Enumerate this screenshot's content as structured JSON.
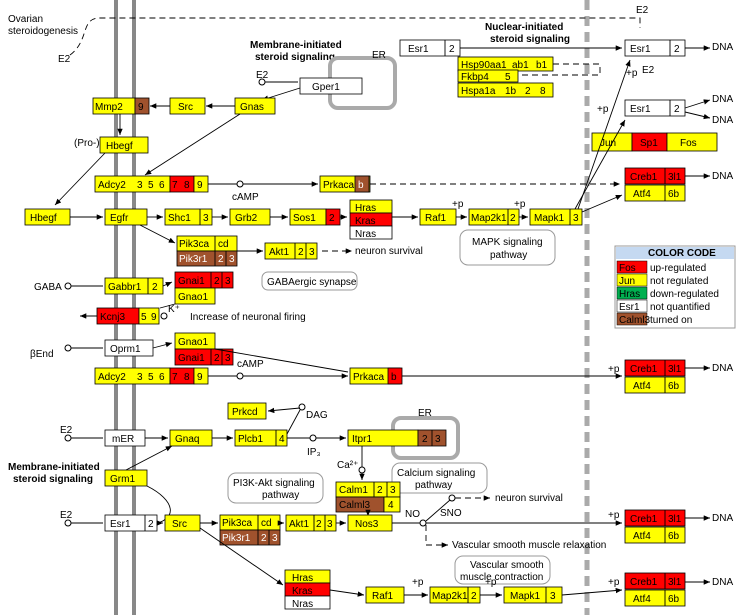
{
  "top": {
    "ovarian": [
      "Ovarian",
      "steroidogenesis"
    ],
    "e2_top_left": "E2",
    "e2_top_right": "E2",
    "nuclear_title": [
      "Nuclear-initiated",
      "steroid signaling"
    ],
    "membrane_title": [
      "Membrane-initiated",
      "steroid signaling"
    ],
    "er_label": "ER",
    "e2_mid": "E2",
    "plus_p": "+p",
    "dna": "DNA"
  },
  "genes": {
    "esr1_top": "Esr1",
    "esr1_top_n": "2",
    "esr1_r1": "Esr1",
    "esr1_r1_n": "2",
    "hsp90": [
      "Hsp90aa1",
      "ab1",
      "b1"
    ],
    "fkbp4": [
      "Fkbp4",
      "5"
    ],
    "hspa1": [
      "Hspa1a",
      "1b",
      "2",
      "8"
    ],
    "gper1": "Gper1",
    "gnas": "Gnas",
    "src_top": "Src",
    "mmp2": [
      "Mmp2",
      "9"
    ],
    "pro": "(Pro-)",
    "hbegf_top": "Hbegf",
    "esr1_r2": "Esr1",
    "esr1_r2_n": "2",
    "jun": "Jun",
    "sp1": "Sp1",
    "fos": "Fos",
    "adcy2_top": [
      "Adcy2",
      "3",
      "5",
      "6",
      "7",
      "8",
      "9"
    ],
    "camp": "cAMP",
    "prkaca_top": [
      "Prkaca",
      "b"
    ],
    "creb1_top": [
      "Creb1",
      "3l1"
    ],
    "atf4_top": [
      "Atf4",
      "6b"
    ],
    "hbegf_left": "Hbegf",
    "egfr": "Egfr",
    "shc1": [
      "Shc1",
      "3"
    ],
    "grb2": "Grb2",
    "sos1": [
      "Sos1",
      "2"
    ],
    "hras": "Hras",
    "kras": "Kras",
    "nras": "Nras",
    "raf1": "Raf1",
    "map2k1": [
      "Map2k1",
      "2"
    ],
    "mapk1": [
      "Mapk1",
      "3"
    ],
    "pik3ca": [
      "Pik3ca",
      "cd"
    ],
    "pik3r1": [
      "Pik3r1",
      "2",
      "3"
    ],
    "akt1": [
      "Akt1",
      "2",
      "3"
    ],
    "neuron_survival": "neuron survival",
    "mapk_pathway": [
      "MAPK signaling",
      "pathway"
    ],
    "gaba": "GABA",
    "gabbr1": [
      "Gabbr1",
      "2"
    ],
    "gnai1": [
      "Gnai1",
      "2",
      "3"
    ],
    "gnao1": "Gnao1",
    "gaba_synapse": "GABAergic synapse",
    "kcnj3": [
      "Kcnj3",
      "5",
      "9"
    ],
    "kplus": "K⁺",
    "increase": "Increase  of neuronal firing",
    "bend": "βEnd",
    "oprm1": "Oprm1",
    "gnao1_b": "Gnao1",
    "gnai1_b": [
      "Gnai1",
      "2",
      "3"
    ],
    "adcy2_b": [
      "Adcy2",
      "3",
      "5",
      "6",
      "7",
      "8",
      "9"
    ],
    "camp_b": "cAMP",
    "prkaca_b": [
      "Prkaca",
      "b"
    ],
    "creb1_b": [
      "Creb1",
      "3l1"
    ],
    "atf4_b": [
      "Atf4",
      "6b"
    ],
    "prkcd": "Prkcd",
    "dag": "DAG",
    "e2_mer": "E2",
    "mer": "mER",
    "gnaq": "Gnaq",
    "plcb1": [
      "Plcb1",
      "4"
    ],
    "ip3": "IP₃",
    "itpr1": [
      "Itpr1",
      "2",
      "3"
    ],
    "er2": "ER",
    "ca": "Ca²⁺",
    "membrane_title2": [
      "Membrane-initiated",
      "steroid signaling"
    ],
    "grm1": "Grm1",
    "pi3k_pathway": [
      "PI3K-Akt signaling",
      "pathway"
    ],
    "calcium_pathway": [
      "Calcium signaling",
      "pathway"
    ],
    "calm1": [
      "Calm1",
      "2",
      "3"
    ],
    "calml3": [
      "Calml3",
      "4"
    ],
    "e2_low": "E2",
    "esr1_low": [
      "Esr1",
      "2"
    ],
    "src_low": "Src",
    "pik3ca_low": [
      "Pik3ca",
      "cd"
    ],
    "pik3r1_low": [
      "Pik3r1",
      "2",
      "3"
    ],
    "akt1_low": [
      "Akt1",
      "2",
      "3"
    ],
    "nos3": "Nos3",
    "no": "NO",
    "sno": "SNO",
    "neuron_survival2": "neuron survival",
    "vascular_relax": "Vascular smooth muscle relaxation",
    "vascular_contr": [
      "Vascular smooth",
      "muscle contraction"
    ],
    "creb1_low": [
      "Creb1",
      "3l1"
    ],
    "atf4_low": [
      "Atf4",
      "6b"
    ],
    "hras_low": "Hras",
    "kras_low": "Kras",
    "nras_low": "Nras",
    "raf1_low": "Raf1",
    "map2k1_low": [
      "Map2k1",
      "2"
    ],
    "mapk1_low": [
      "Mapk1",
      "3"
    ],
    "creb1_bottom": [
      "Creb1",
      "3l1"
    ],
    "atf4_bottom": [
      "Atf4",
      "6b"
    ]
  },
  "legend": {
    "title": "COLOR CODE",
    "items": [
      {
        "gene": "Fos",
        "text": "up-regulated",
        "color": "#ff0000"
      },
      {
        "gene": "Jun",
        "text": "not regulated",
        "color": "#ffff00"
      },
      {
        "gene": "Hras",
        "text": "down-regulated",
        "color": "#00b050"
      },
      {
        "gene": "Esr1",
        "text": "not quantified",
        "color": "#ffffff"
      },
      {
        "gene": "Calml3",
        "text": "turned on",
        "color": "#a0522d"
      }
    ]
  }
}
